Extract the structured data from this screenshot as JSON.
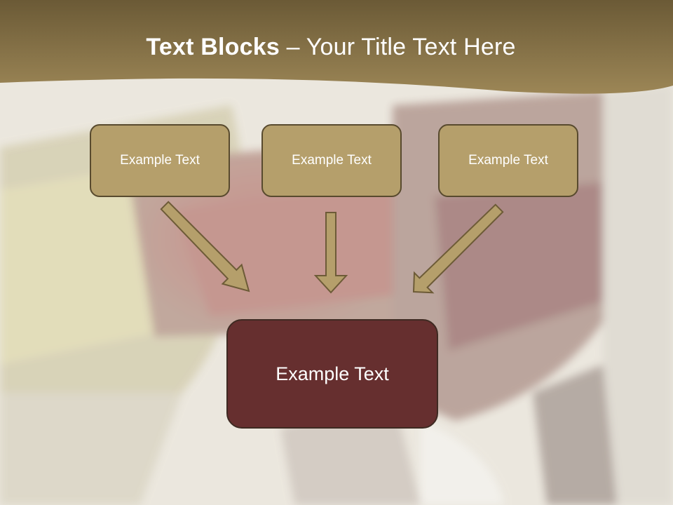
{
  "slide": {
    "title_bold": "Text Blocks",
    "title_dash": " – ",
    "title_rest": "Your Title Text Here"
  },
  "diagram": {
    "top_boxes": [
      "Example Text",
      "Example Text",
      "Example Text"
    ],
    "bottom_box": "Example Text"
  },
  "colors": {
    "header": "#8b7548",
    "small_box_fill": "#b59f6b",
    "small_box_border": "#584a2e",
    "big_box_fill": "#662f2f",
    "arrow": "#b59f6b"
  }
}
